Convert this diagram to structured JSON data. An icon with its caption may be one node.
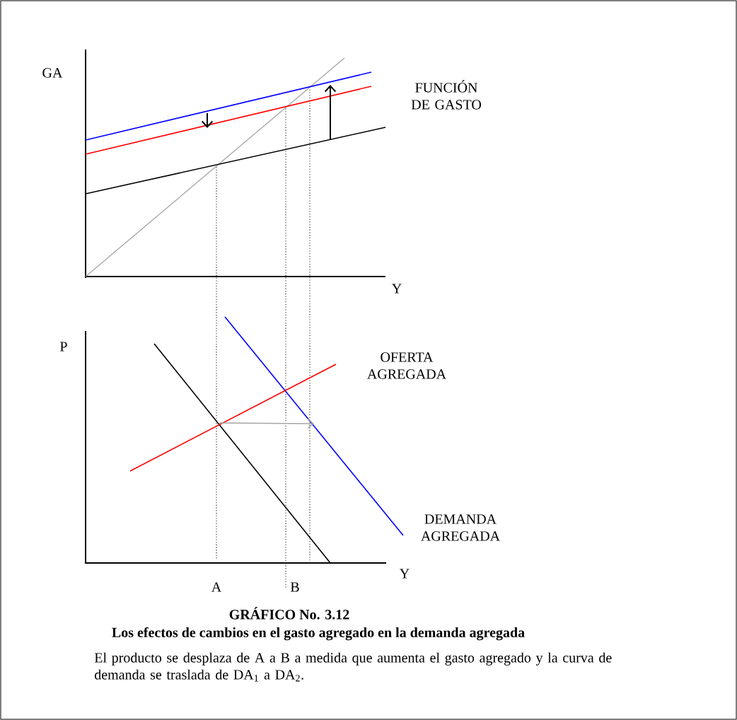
{
  "diagram": {
    "title": "GRÁFICO No.  3.12",
    "caption": "Los efectos de cambios en el gasto agregado en la demanda agregada",
    "labels": [
      "GA",
      "FUNCIÓN DE GASTO",
      "Y",
      "P",
      "OFERTA AGREGADA",
      "DEMANDA AGREGADA",
      "Y",
      "A",
      "B",
      "El producto se desplaza de A a B a medida que aumenta el gasto agregado y la curva de demanda se traslada de DA$_{1}$  a DA$_{2}$."
    ]
  }
}
